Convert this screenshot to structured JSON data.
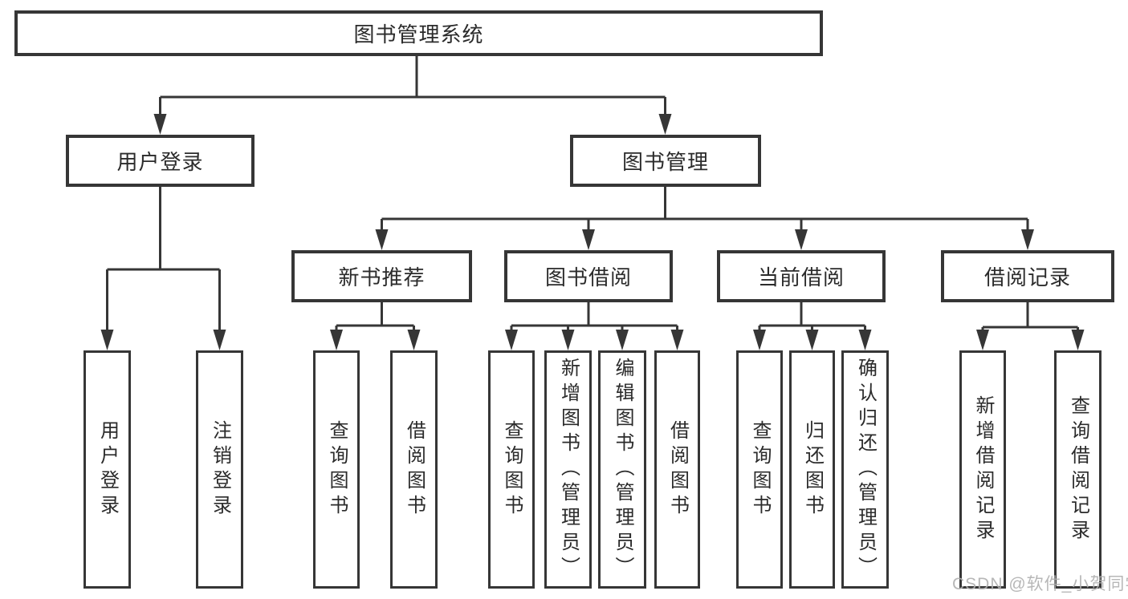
{
  "diagram": {
    "root": {
      "label": "图书管理系统"
    },
    "branches": [
      {
        "label": "用户登录",
        "children": [
          {
            "label": "用户登录"
          },
          {
            "label": "注销登录"
          }
        ]
      },
      {
        "label": "图书管理",
        "children": [
          {
            "label": "新书推荐",
            "children": [
              {
                "label": "查询图书"
              },
              {
                "label": "借阅图书"
              }
            ]
          },
          {
            "label": "图书借阅",
            "children": [
              {
                "label": "查询图书"
              },
              {
                "label": "新增图书（管理员）"
              },
              {
                "label": "编辑图书（管理员）"
              },
              {
                "label": "借阅图书"
              }
            ]
          },
          {
            "label": "当前借阅",
            "children": [
              {
                "label": "查询图书"
              },
              {
                "label": "归还图书"
              },
              {
                "label": "确认归还（管理员）"
              }
            ]
          },
          {
            "label": "借阅记录",
            "children": [
              {
                "label": "新增借阅记录"
              },
              {
                "label": "查询借阅记录"
              }
            ]
          }
        ]
      }
    ]
  },
  "watermark": {
    "text": "CSDN @软件_小贺同学"
  },
  "colors": {
    "line": "#363636",
    "box_border": "#363636",
    "text": "#2b2b2b",
    "watermark": "#b0b0b0",
    "background": "#ffffff"
  }
}
